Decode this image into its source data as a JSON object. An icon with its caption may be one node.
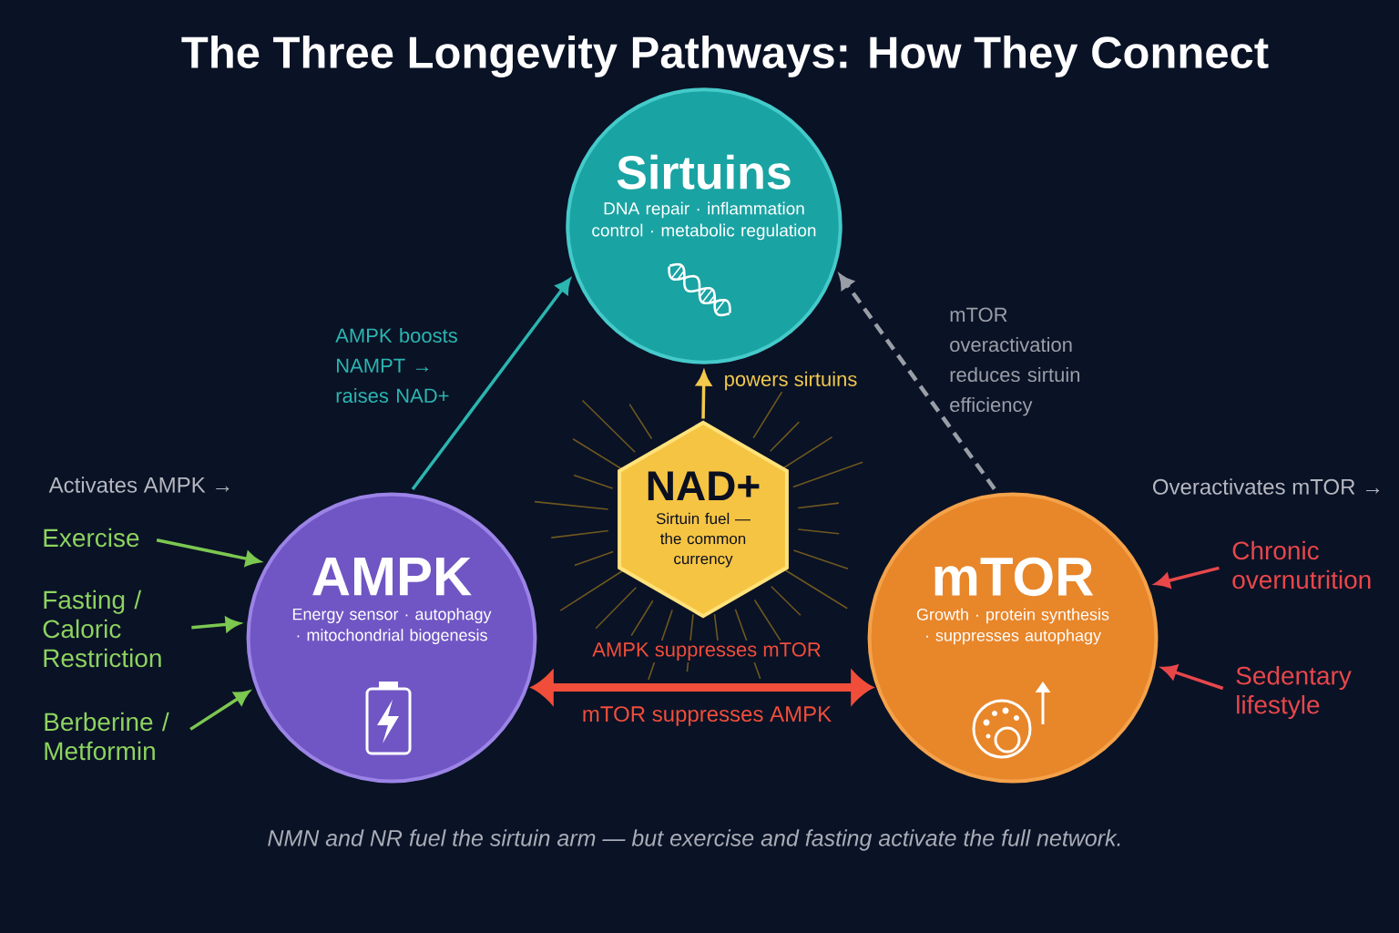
{
  "diagram": {
    "title": "The Three Longevity Pathways: How They Connect",
    "caption": "NMN and NR fuel the sirtuin arm — but exercise and fasting activate the full network.",
    "nodes": [
      {
        "text": [
          "Sirtuins",
          "DNA repair · inflammation control · metabolic regulation"
        ]
      },
      {
        "text": [
          "NAD+",
          "Sirtuin fuel — the common currency"
        ]
      },
      {
        "text": [
          "AMPK",
          "Energy sensor · autophagy · mitochondrial biogenesis"
        ]
      },
      {
        "text": [
          "mTOR",
          "Growth · protein synthesis · suppresses autophagy"
        ]
      },
      {
        "text": [
          "Exercise"
        ]
      },
      {
        "text": [
          "Fasting / Caloric Restriction"
        ]
      },
      {
        "text": [
          "Berberine / Metformin"
        ]
      },
      {
        "text": [
          "Chronic overnutrition"
        ]
      },
      {
        "text": [
          "Sedentary lifestyle"
        ]
      }
    ],
    "edges": [
      {
        "from": 2,
        "to": 0,
        "arrow": "to",
        "label": "AMPK boosts NAMPT → raises NAD+",
        "color": "#2bb6b0"
      },
      {
        "from": 3,
        "to": 0,
        "arrow": "to",
        "label": "mTOR overactivation reduces sirtuin efficiency",
        "style": "dashed",
        "color": "#9a9ea6"
      },
      {
        "from": 1,
        "to": 0,
        "arrow": "to",
        "label": "powers sirtuins",
        "color": "#f2c94c"
      },
      {
        "from": 2,
        "to": 3,
        "arrow": "both",
        "label": "AMPK suppresses mTOR",
        "style": "thick",
        "color": "#f04e3a"
      },
      {
        "from": 4,
        "to": 2,
        "arrow": "to",
        "color": "#7cc850"
      },
      {
        "from": 5,
        "to": 2,
        "arrow": "to",
        "color": "#7cc850"
      },
      {
        "from": 6,
        "to": 2,
        "arrow": "to",
        "color": "#7cc850"
      },
      {
        "from": 7,
        "to": 3,
        "arrow": "to",
        "color": "#e8474a"
      },
      {
        "from": 8,
        "to": 3,
        "arrow": "to",
        "color": "#e8474a"
      }
    ],
    "labels": [
      "Activates AMPK →",
      "Overactivates mTOR →",
      "mTOR suppresses AMPK"
    ]
  }
}
